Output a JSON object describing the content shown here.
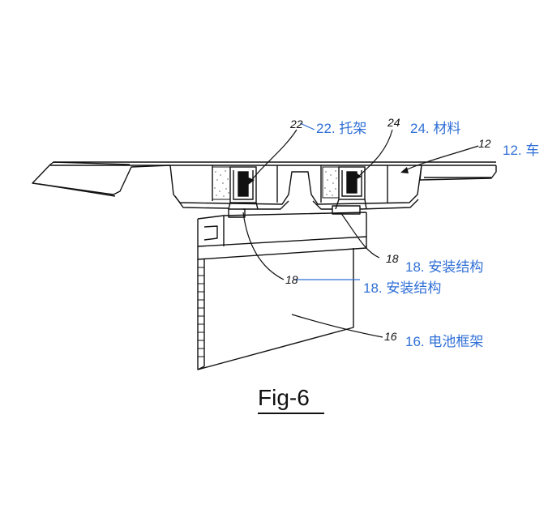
{
  "figure": {
    "caption": "Fig-6",
    "reference_numerals": {
      "bracket": "22",
      "material": "24",
      "vehicle": "12",
      "mount_upper": "18",
      "mount_lower": "18",
      "battery_frame": "16"
    },
    "annotations": {
      "bracket": "22. 托架",
      "material": "24. 材料",
      "vehicle": "12. 车",
      "mount_upper": "18. 安装结构",
      "mount_lower": "18. 安装结构",
      "battery_frame": "16. 电池框架"
    },
    "colors": {
      "line": "#111111",
      "annotation": "#2f6fd6",
      "speckle": "#8a8a8a"
    }
  }
}
